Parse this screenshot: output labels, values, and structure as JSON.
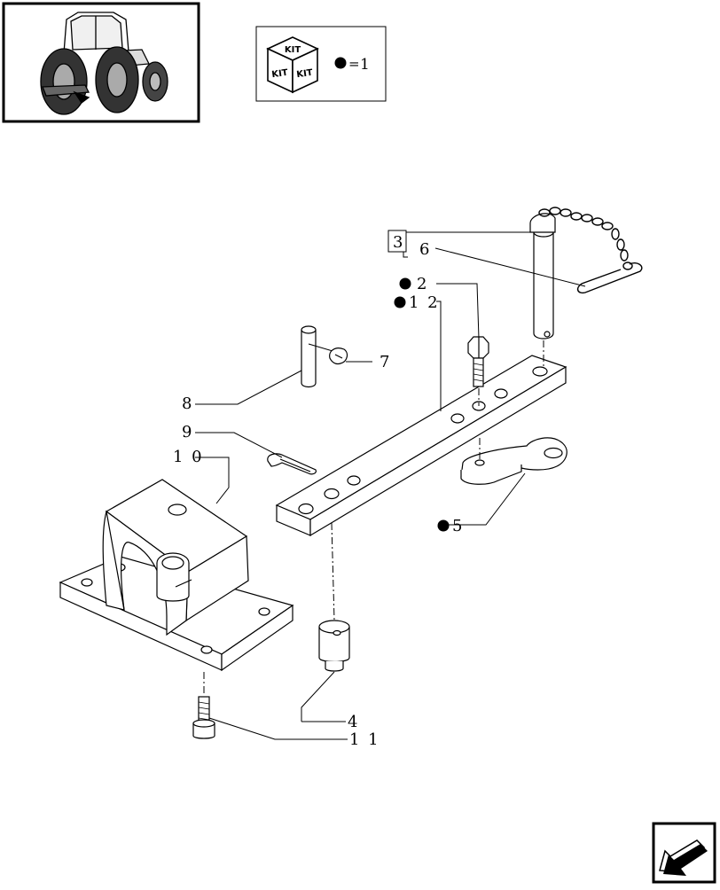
{
  "kit_legend": {
    "kit_top": "KIT",
    "kit_left": "KIT",
    "kit_right": "KIT",
    "equals": "=",
    "kit_value": "1"
  },
  "callouts": {
    "c2": "2",
    "c3": "3",
    "c4": "4",
    "c5": "5",
    "c6": "6",
    "c7": "7",
    "c8": "8",
    "c9": "9",
    "c10": "1 0",
    "c11": "1 1",
    "c12": "1 2"
  },
  "icons": {
    "thumbnail": "tractor-rear-view-thumbnail",
    "kit_cube": "kit-cube-icon",
    "nav": "next-page-arrow-icon"
  }
}
